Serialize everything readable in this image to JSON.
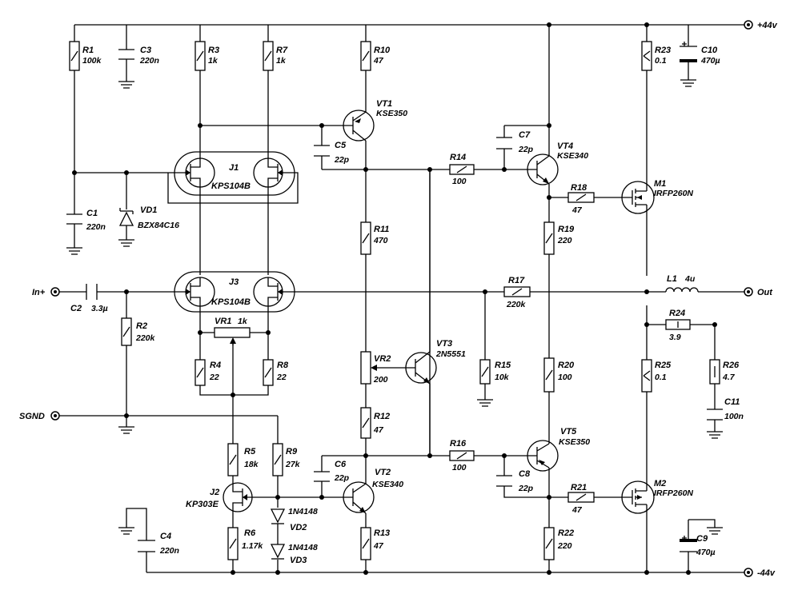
{
  "labels": {
    "R1": "R1",
    "R1v": "100k",
    "C3": "C3",
    "C3v": "220n",
    "R3": "R3",
    "R3v": "1k",
    "R7": "R7",
    "R7v": "1k",
    "R10": "R10",
    "R10v": "47",
    "VT1": "VT1",
    "VT1v": "KSE350",
    "C5": "C5",
    "C5v": "22p",
    "J1": "J1",
    "J1v": "KPS104B",
    "C1": "C1",
    "C1v": "220n",
    "VD1": "VD1",
    "VD1v": "BZX84C16",
    "R11": "R11",
    "R11v": "470",
    "R14": "R14",
    "R14v": "100",
    "C7": "C7",
    "C7v": "22p",
    "VT4": "VT4",
    "VT4v": "KSE340",
    "R18": "R18",
    "R18v": "47",
    "M1": "M1",
    "M1v": "IRFP260N",
    "R19": "R19",
    "R19v": "220",
    "R23": "R23",
    "R23v": "0.1",
    "C10": "C10",
    "C10v": "470µ",
    "P44": "+44v",
    "In": "In+",
    "C2": "C2",
    "C2v": "3.3µ",
    "J3": "J3",
    "J3v": "KPS104B",
    "R17": "R17",
    "R17v": "220k",
    "L1": "L1",
    "L1v": "4u",
    "Out": "Out",
    "R2": "R2",
    "R2v": "220k",
    "VR1": "VR1",
    "VR1v": "1k",
    "R24": "R24",
    "R24v": "3.9",
    "VT3": "VT3",
    "VT3v": "2N5551",
    "R4": "R4",
    "R4v": "22",
    "R8": "R8",
    "R8v": "22",
    "VR2": "VR2",
    "VR2v": "200",
    "R15": "R15",
    "R15v": "10k",
    "R20": "R20",
    "R20v": "100",
    "R25": "R25",
    "R25v": "0.1",
    "R26": "R26",
    "R26v": "4.7",
    "SGND": "SGND",
    "C11": "C11",
    "C11v": "100n",
    "R12": "R12",
    "R12v": "47",
    "R5": "R5",
    "R5v": "18k",
    "R9": "R9",
    "R9v": "27k",
    "C6": "C6",
    "C6v": "22p",
    "R16": "R16",
    "R16v": "100",
    "VT5": "VT5",
    "VT5v": "KSE350",
    "VT2": "VT2",
    "VT2v": "KSE340",
    "C8": "C8",
    "C8v": "22p",
    "J2": "J2",
    "J2v": "KP303E",
    "VD2a": "1N4148",
    "VD2": "VD2",
    "R21": "R21",
    "R21v": "47",
    "M2": "M2",
    "M2v": "IRFP260N",
    "C4": "C4",
    "C4v": "220n",
    "R6": "R6",
    "R6v": "1.17k",
    "VD3a": "1N4148",
    "VD3": "VD3",
    "R13": "R13",
    "R13v": "47",
    "R22": "R22",
    "R22v": "220",
    "C9": "C9",
    "C9v": "470µ",
    "N44": "-44v"
  }
}
